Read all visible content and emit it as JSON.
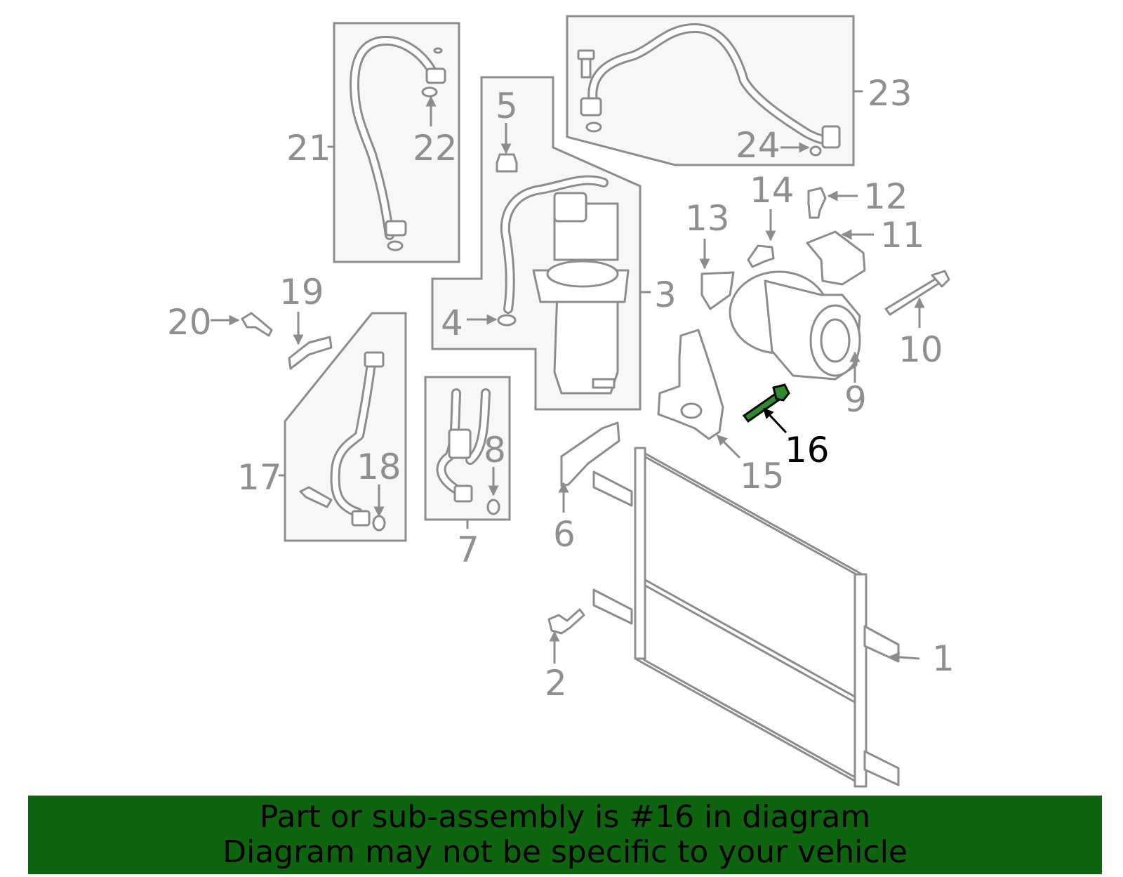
{
  "diagram": {
    "callouts": [
      "1",
      "2",
      "3",
      "4",
      "5",
      "6",
      "7",
      "8",
      "9",
      "10",
      "11",
      "12",
      "13",
      "14",
      "15",
      "16",
      "17",
      "18",
      "19",
      "20",
      "21",
      "22",
      "23",
      "24"
    ],
    "highlighted_callout": "16",
    "highlight_color": "#2f8a2f",
    "line_color": "#8c8c8c"
  },
  "banner": {
    "line1": "Part or sub-assembly is #16 in diagram",
    "line2": "Diagram may not be specific to your vehicle",
    "background_color": "#0f6410"
  }
}
